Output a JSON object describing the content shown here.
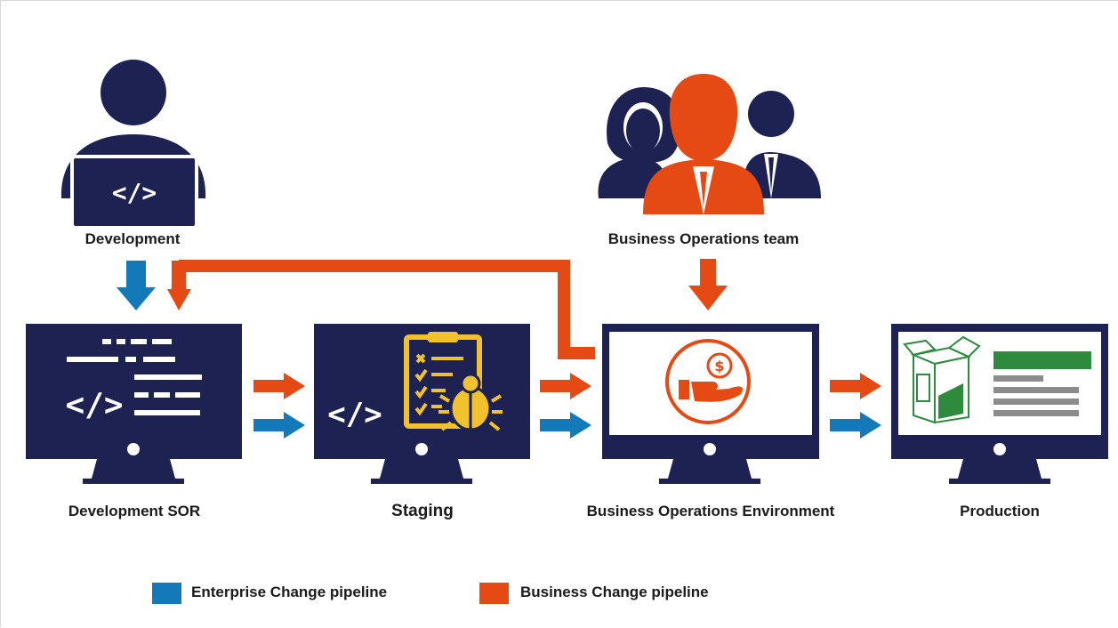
{
  "colors": {
    "navy": "#1e2252",
    "orange": "#e64a14",
    "blue": "#1479b9",
    "yellow": "#f2c12e",
    "green": "#2e8b3e",
    "gray": "#8c8c8c"
  },
  "actors": {
    "development": {
      "label": "Development"
    },
    "business_team": {
      "label": "Business Operations team"
    }
  },
  "environments": [
    {
      "label": "Development SOR"
    },
    {
      "label": "Staging"
    },
    {
      "label": "Business Operations Environment"
    },
    {
      "label": "Production"
    }
  ],
  "icons": {
    "code_symbol": "</>",
    "dollar_symbol": "$"
  },
  "legend": [
    {
      "label": "Enterprise Change pipeline",
      "color": "#1479b9"
    },
    {
      "label": "Business Change pipeline",
      "color": "#e64a14"
    }
  ]
}
